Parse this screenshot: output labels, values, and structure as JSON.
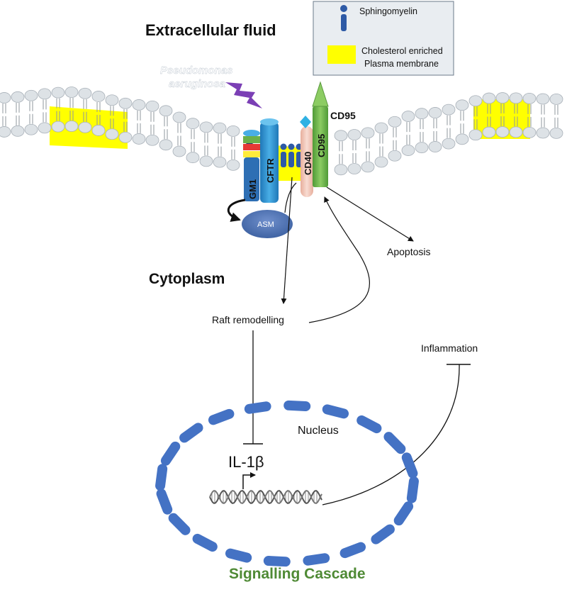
{
  "legend": {
    "sphingomyelin": "Sphingomyelin",
    "cholesterol_line1": "Cholesterol enriched",
    "cholesterol_line2": "Plasma membrane"
  },
  "labels": {
    "extracellular": "Extracellular fluid",
    "pathogen_line1": "Pseudomonas",
    "pathogen_line2": "aeruginosa",
    "cytoplasm": "Cytoplasm",
    "gm1": "GM1",
    "cftr": "CFTR",
    "cd40": "CD40",
    "cd95_side": "CD95",
    "cd95_top": "CD95",
    "asm": "ASM",
    "apoptosis": "Apoptosis",
    "raft": "Raft remodelling",
    "inflammation": "Inflammation",
    "nucleus": "Nucleus",
    "il1b": "IL-1β",
    "caption": "Signalling Cascade"
  },
  "colors": {
    "membrane_head": "#dde2e6",
    "raft_yellow": "#ffff00",
    "cytoplasm_fill": "#f4f6f9",
    "cftr_blue": "#2f96d2",
    "gm1_blue": "#2e6fb4",
    "cd95_green": "#6ab04c",
    "cd40_pink": "#f1c6b9",
    "asm_blue": "#4a70b0",
    "nucleus_blue": "#4472c4",
    "caption_green": "#4f8a35",
    "lightning_purple": "#7b3fb5",
    "diamond_cyan": "#2fb1e3",
    "diamond_navy": "#2b3a6e"
  }
}
